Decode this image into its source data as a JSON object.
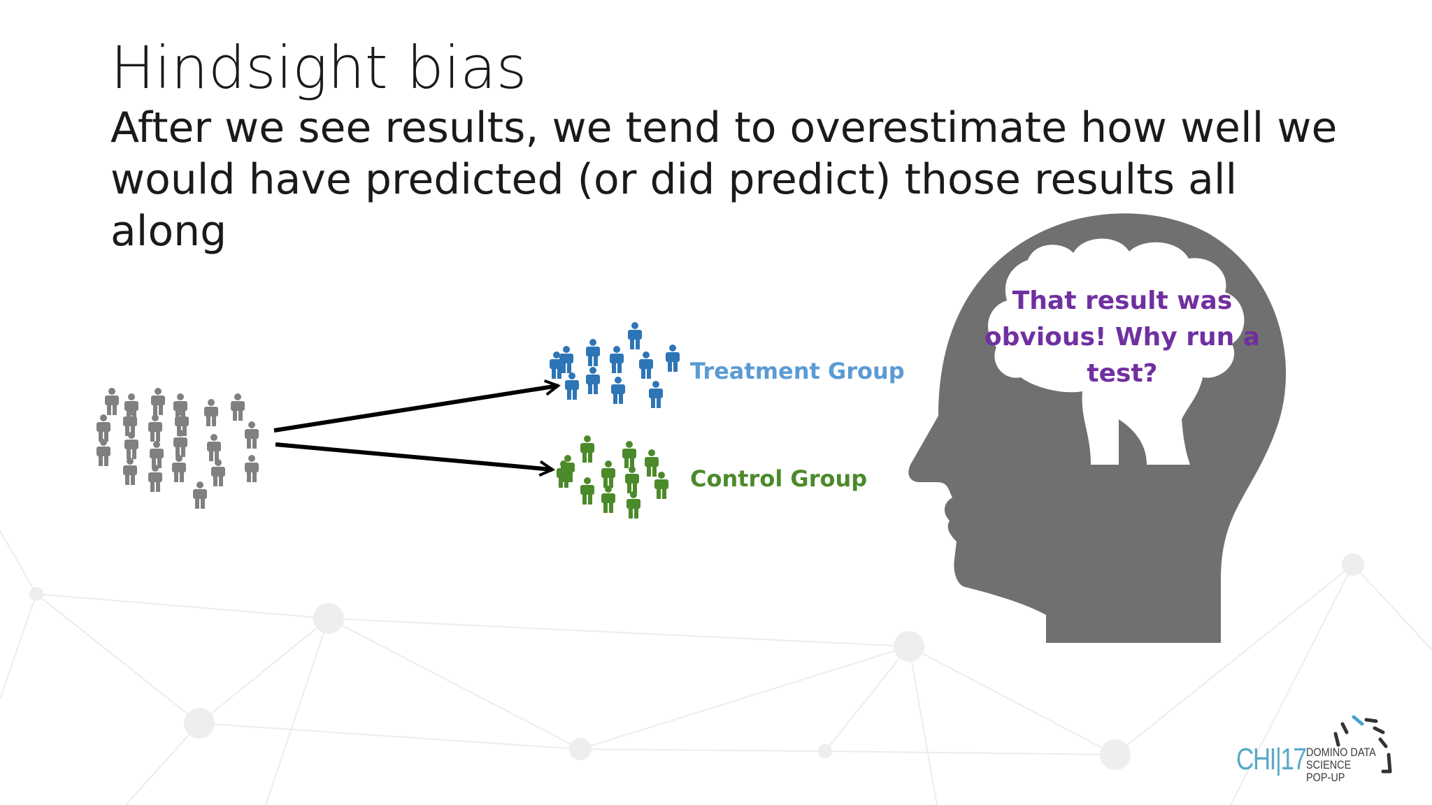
{
  "slide": {
    "title": "Hindsight bias",
    "subtitle": "After we see results, we tend to overestimate how well we would have predicted (or did predict) those results all along"
  },
  "diagram": {
    "treatment_label": "Treatment Group",
    "control_label": "Control Group",
    "thought_text": "That result was obvious! Why run a test?",
    "colors": {
      "population": "#808080",
      "treatment": "#2e75b6",
      "control": "#4b8a2a",
      "head": "#707070",
      "thought": "#7030a0"
    }
  },
  "logo": {
    "event": "CHI",
    "separator": "|",
    "year": "17",
    "line1": "DOMINO DATA",
    "line2": "SCIENCE POP-UP"
  }
}
